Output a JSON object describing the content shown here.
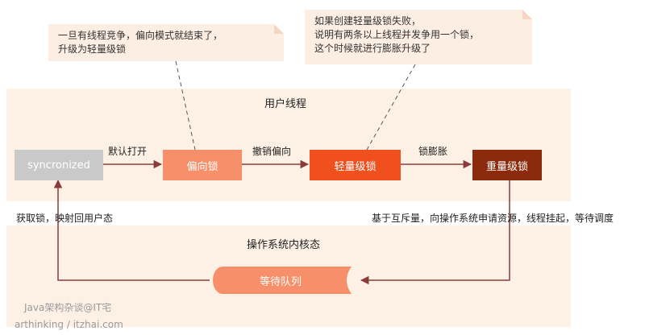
{
  "diagram": {
    "zones": {
      "user": "用户线程",
      "kernel": "操作系统内核态"
    },
    "states": {
      "sync": "syncronized",
      "biased": "偏向锁",
      "lightweight": "轻量级锁",
      "heavyweight": "重量级锁"
    },
    "edges": {
      "default_open": "默认打开",
      "revoke_biased": "撤销偏向",
      "inflate": "锁膨胀",
      "mutex_desc": "基于互斥量，向操作系统申请资源，线程挂起，等待调度",
      "acquire_desc": "获取锁，映射回用户态"
    },
    "queue": "等待队列",
    "notes": {
      "biased_end": "一旦有线程竞争，偏向模式就结束了，\n升级为轻量级锁",
      "lightweight_fail": "如果创建轻量级锁失败，\n说明有两条以上线程并发争用一个锁，\n这个时候就进行膨胀升级了"
    },
    "watermark": {
      "line1": "Java架构杂谈@IT宅",
      "line2": "arthinking / itzhai.com"
    }
  },
  "colors": {
    "zone_bg": "#fdf1e6",
    "note_bg": "#fdeee3",
    "sync": "#c9c9c9",
    "biased": "#f7906a",
    "lightweight": "#f0501e",
    "heavyweight": "#8b2a0c",
    "arrow": "#8b3a3a"
  }
}
